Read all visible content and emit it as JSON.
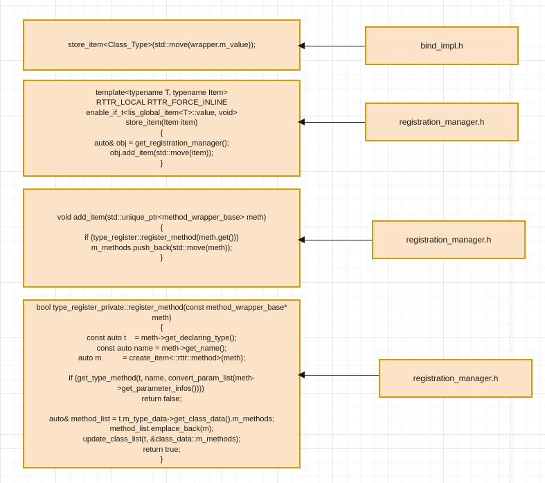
{
  "diagram": {
    "type": "flow-diagram",
    "background": {
      "grid": "true",
      "minor_grid_color": "#f7f7f7",
      "major_grid_color": "#e9e9e9",
      "guide_color": "#cfcfcf"
    },
    "style": {
      "node_fill": "#fce3c8",
      "node_border": "#d79b00",
      "edge_color": "#1a1a1a",
      "text_color": "#1a1a1a"
    },
    "code_nodes": [
      {
        "id": "store-item-call",
        "code": "store_item<Class_Type>(std::move(wrapper.m_value));"
      },
      {
        "id": "store-item-template",
        "code": "template<typename T, typename Item>\nRTTR_LOCAL RTTR_FORCE_INLINE\nenable_if_t<!is_global_item<T>::value, void>\nstore_item(Item item)\n{\nauto& obj = get_registration_manager();\nobj.add_item(std::move(item));\n}"
      },
      {
        "id": "add-item",
        "code": "void add_item(std::unique_ptr<method_wrapper_base> meth)\n{\nif (type_register::register_method(meth.get()))\nm_methods.push_back(std::move(meth));\n}"
      },
      {
        "id": "register-method",
        "code": "bool type_register_private::register_method(const method_wrapper_base*\nmeth)\n{\nconst auto t    = meth->get_declaring_type();\nconst auto name = meth->get_name();\nauto m          = create_item<::rttr::method>(meth);\n\nif (get_type_method(t, name, convert_param_list(meth-\n>get_parameter_infos()))) \nreturn false;\n\nauto& method_list = t.m_type_data->get_class_data().m_methods;\nmethod_list.emplace_back(m);\nupdate_class_list(t, &class_data::m_methods);\nreturn true;\n}"
      }
    ],
    "file_nodes": [
      {
        "id": "file-bind-impl",
        "label": "bind_impl.h"
      },
      {
        "id": "file-registration-manager-1",
        "label": "registration_manager.h"
      },
      {
        "id": "file-registration-manager-2",
        "label": "registration_manager.h"
      },
      {
        "id": "file-registration-manager-3",
        "label": "registration_manager.h"
      }
    ],
    "edges": [
      {
        "id": "edge-1",
        "from": "file-bind-impl",
        "to": "store-item-call",
        "direction": "left"
      },
      {
        "id": "edge-2",
        "from": "file-registration-manager-1",
        "to": "store-item-template",
        "direction": "left"
      },
      {
        "id": "edge-3",
        "from": "file-registration-manager-2",
        "to": "add-item",
        "direction": "left"
      },
      {
        "id": "edge-4",
        "from": "file-registration-manager-3",
        "to": "register-method",
        "direction": "left"
      }
    ]
  }
}
